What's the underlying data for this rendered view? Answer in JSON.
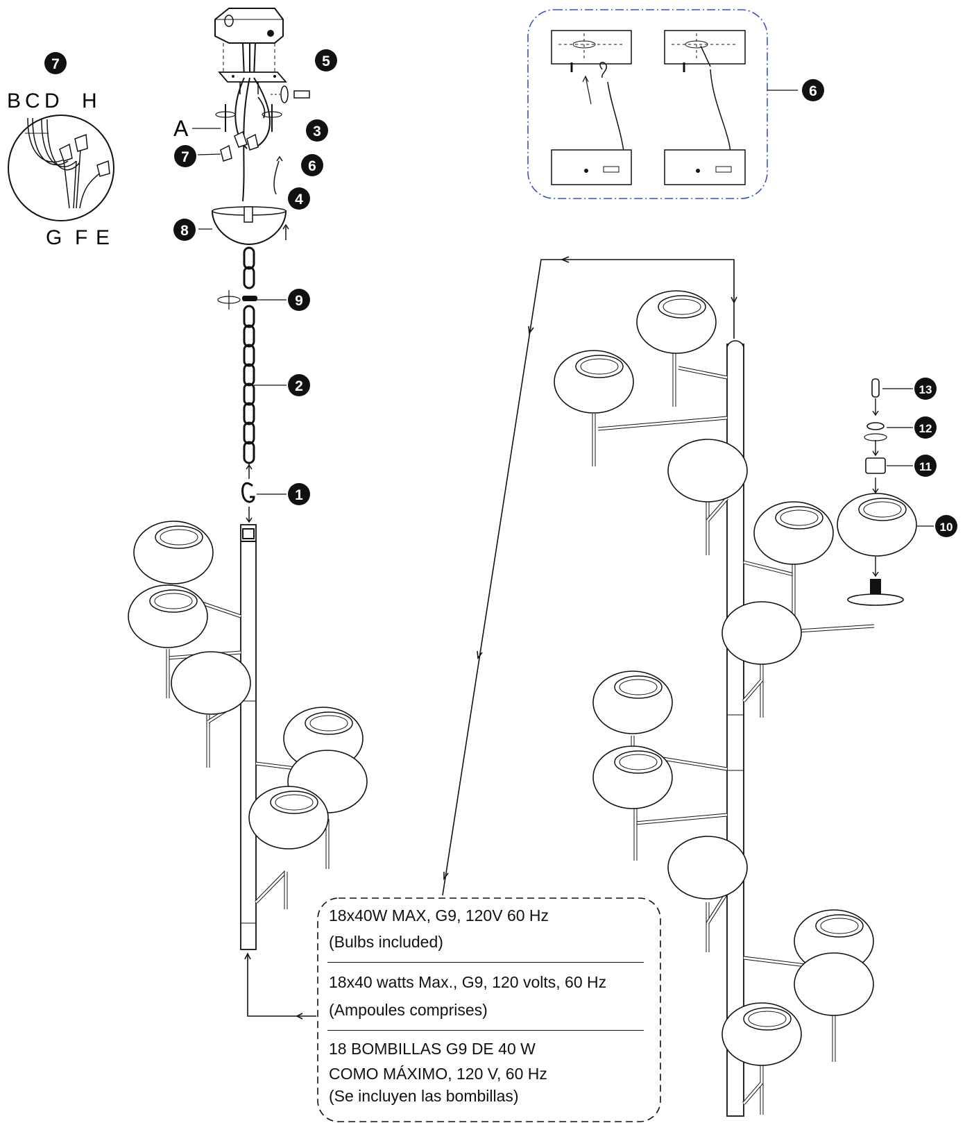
{
  "callouts": {
    "n1": "1",
    "n2": "2",
    "n3": "3",
    "n4": "4",
    "n5": "5",
    "n6": "6",
    "n7": "7",
    "n8": "8",
    "n9": "9",
    "n10": "10",
    "n11": "11",
    "n12": "12",
    "n13": "13"
  },
  "wire_labels": {
    "a": "A",
    "b": "B",
    "c": "C",
    "d": "D",
    "e": "E",
    "f": "F",
    "g": "G",
    "h": "H"
  },
  "specs": {
    "english": [
      "18x40W MAX, G9, 120V 60 Hz",
      "(Bulbs included)"
    ],
    "french": [
      "18x40 watts Max., G9, 120 volts, 60 Hz",
      "(Ampoules comprises)"
    ],
    "spanish": [
      "18 BOMBILLAS G9 DE 40 W",
      "COMO MÁXIMO, 120 V, 60 Hz",
      "(Se incluyen las bombillas)"
    ]
  },
  "colors": {
    "line": "#111111",
    "callout_fill": "#111111",
    "detail_border": "#3a4fc8"
  }
}
